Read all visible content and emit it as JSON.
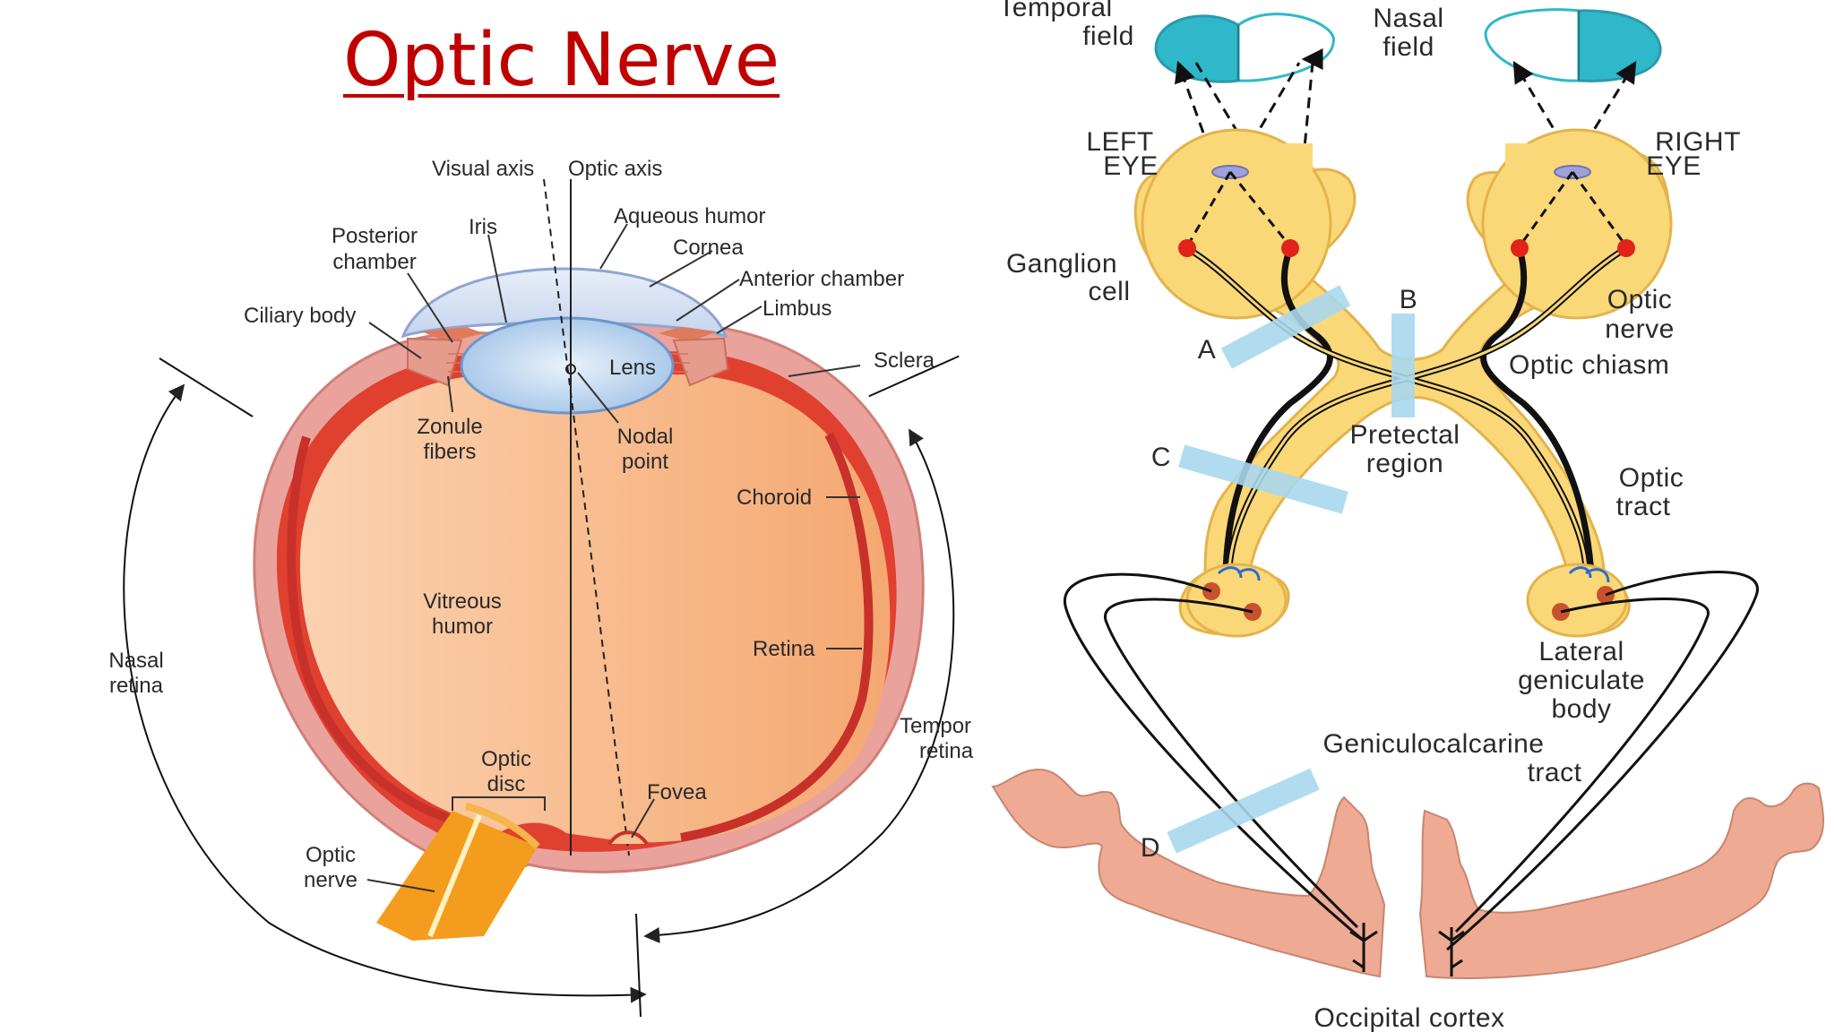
{
  "title": "Optic Nerve",
  "eye_diagram": {
    "labels": {
      "visual_axis": "Visual axis",
      "optic_axis": "Optic axis",
      "aqueous_humor": "Aqueous humor",
      "cornea": "Cornea",
      "anterior_chamber": "Anterior chamber",
      "limbus": "Limbus",
      "iris": "Iris",
      "posterior_chamber": [
        "Posterior",
        "chamber"
      ],
      "ciliary_body": "Ciliary body",
      "sclera": "Sclera",
      "lens": "Lens",
      "zonule_fibers": [
        "Zonule",
        "fibers"
      ],
      "nodal_point": [
        "Nodal",
        "point"
      ],
      "choroid": "Choroid",
      "vitreous_humor": [
        "Vitreous",
        "humor"
      ],
      "retina": "Retina",
      "nasal_retina": [
        "Nasal",
        "retina"
      ],
      "temporal_retina": [
        "Tempor",
        "retina"
      ],
      "optic_disc": [
        "Optic",
        "disc"
      ],
      "fovea": "Fovea",
      "optic_nerve": [
        "Optic",
        "nerve"
      ]
    }
  },
  "pathway_diagram": {
    "labels": {
      "temporal_field": [
        "Temporal",
        "field"
      ],
      "nasal_field": [
        "Nasal",
        "field"
      ],
      "left_eye": [
        "LEFT",
        "EYE"
      ],
      "right_eye": [
        "RIGHT",
        "EYE"
      ],
      "ganglion_cell": [
        "Ganglion",
        "cell"
      ],
      "optic_nerve": [
        "Optic",
        "nerve"
      ],
      "optic_chiasm": "Optic chiasm",
      "pretectal_region": [
        "Pretectal",
        "region"
      ],
      "optic_tract": [
        "Optic",
        "tract"
      ],
      "lateral_geniculate_body": [
        "Lateral",
        "geniculate",
        "body"
      ],
      "geniculocalcarine_tract": [
        "Geniculocalcarine",
        "tract"
      ],
      "occipital_cortex": "Occipital cortex",
      "lesion_a": "A",
      "lesion_b": "B",
      "lesion_c": "C",
      "lesion_d": "D"
    }
  },
  "colors": {
    "title": "#c00000",
    "pathway_fill": "#fbd877",
    "pathway_outline": "#e3b34c",
    "visual_field_fill": "#2fb8c9",
    "lesion_band": "#a9d8ef",
    "cortex_fill": "#eeaa92",
    "ganglion_dot": "#e2231a",
    "geniculate_dot": "#c8522c",
    "sclera": "#e59c95",
    "retina": "#e0402f",
    "vitreous": "#f9c293",
    "lens": "#bcd6f0",
    "optic_nerve": "#f0a020"
  }
}
